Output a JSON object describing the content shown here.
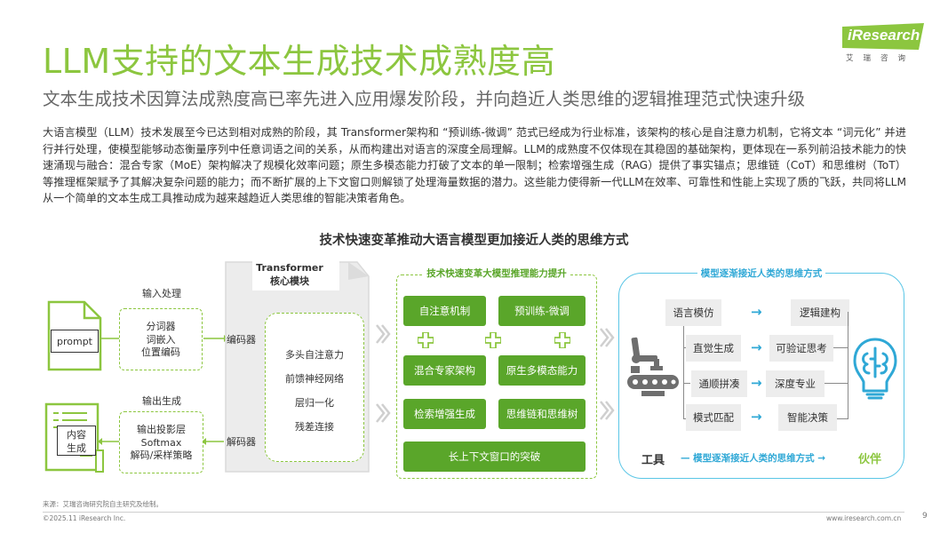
{
  "header": {
    "title": "LLM支持的文本生成技术成熟度高",
    "subtitle": "文本生成技术因算法成熟度高已率先进入应用爆发阶段，并向趋近人类思维的逻辑推理范式快速升级",
    "logo_text": "iResearch",
    "logo_sub": "艾瑞咨询",
    "brand_color": "#8cc63f"
  },
  "body_text": "大语言模型（LLM）技术发展至今已达到相对成熟的阶段，其 Transformer架构和 “预训练-微调” 范式已经成为行业标准，该架构的核心是自注意力机制，它将文本 “词元化” 并进行并行处理，使模型能够动态衡量序列中任意词语之间的关系，从而构建出对语言的深度全局理解。LLM的成熟度不仅体现在其稳固的基础架构，更体现在一系列前沿技术能力的快速涌现与融合：混合专家（MoE）架构解决了规模化效率问题；原生多模态能力打破了文本的单一限制；检索增强生成（RAG）提供了事实锚点；思维链（CoT）和思维树（ToT）等推理框架赋予了其解决复杂问题的能力；而不断扩展的上下文窗口则解锁了处理海量数据的潜力。这些能力使得新一代LLM在效率、可靠性和性能上实现了质的飞跃，共同将LLM从一个简单的文本生成工具推动成为越来越趋近人类思维的智能决策者角色。",
  "diagram": {
    "title": "技术快速变革推动大语言模型更加接近人类的思维方式",
    "input": {
      "label": "输入处理",
      "doc_text": "prompt",
      "box_lines": [
        "分词器",
        "词嵌入",
        "位置编码"
      ]
    },
    "output": {
      "label": "输出生成",
      "doc_lines": [
        "内容",
        "生成"
      ],
      "box_lines": [
        "输出投影层",
        "Softmax",
        "解码/采样策略"
      ]
    },
    "transformer": {
      "title_line1": "Transformer",
      "title_line2": "核心模块",
      "encoder": "编码器",
      "decoder": "解码器",
      "items": [
        "多头自注意力",
        "前馈神经网络",
        "层归一化",
        "残差连接"
      ]
    },
    "middle": {
      "heading": "技术快速变革大模型推理能力提升",
      "buttons": [
        "自注意机制",
        "预训练-微调",
        "混合专家架构",
        "原生多模态能力",
        "检索增强生成",
        "思维链和思维树",
        "长上下文窗口的突破"
      ]
    },
    "right": {
      "heading": "模型逐渐接近人类的思维方式",
      "left_items": [
        "语言模仿",
        "直觉生成",
        "通顺拼凑",
        "模式匹配"
      ],
      "right_items": [
        "逻辑建构",
        "可验证思考",
        "深度专业",
        "智能决策"
      ],
      "arrow": "→",
      "tool_label": "工具",
      "partner_label": "伙伴",
      "bottom_text": "— 模型逐渐接近人类的思维方式 →",
      "accent": "#2fa8d6"
    }
  },
  "footer": {
    "source": "来源：艾瑞咨询研究院自主研究及绘制。",
    "copyright": "©2025.11 iResearch Inc.",
    "url": "www.iresearch.com.cn",
    "page": "9"
  }
}
